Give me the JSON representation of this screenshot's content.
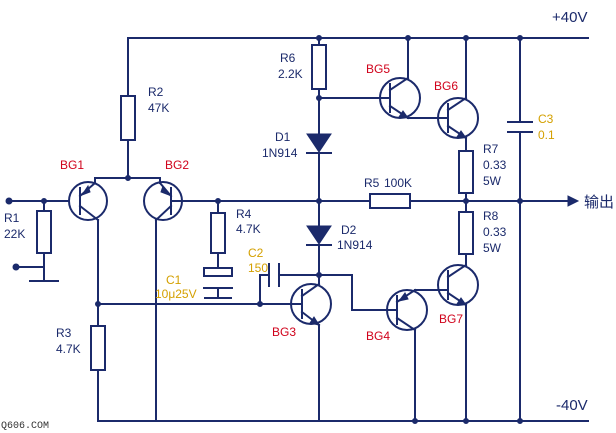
{
  "rails": {
    "positive": "+40V",
    "negative": "-40V",
    "output": "输出"
  },
  "watermark": "Q606.COM",
  "components": {
    "R1": {
      "name": "R1",
      "value": "22K"
    },
    "R2": {
      "name": "R2",
      "value": "47K"
    },
    "R3": {
      "name": "R3",
      "value": "4.7K"
    },
    "R4": {
      "name": "R4",
      "value": "4.7K"
    },
    "R5": {
      "name": "R5",
      "value": "100K"
    },
    "R6": {
      "name": "R6",
      "value": "2.2K"
    },
    "R7": {
      "name": "R7",
      "value": "0.33",
      "power": "5W"
    },
    "R8": {
      "name": "R8",
      "value": "0.33",
      "power": "5W"
    },
    "C1": {
      "name": "C1",
      "value": "10μ25V"
    },
    "C2": {
      "name": "C2",
      "value": "150"
    },
    "C3": {
      "name": "C3",
      "value": "0.1"
    },
    "D1": {
      "name": "D1",
      "value": "1N914"
    },
    "D2": {
      "name": "D2",
      "value": "1N914"
    },
    "BG1": {
      "name": "BG1"
    },
    "BG2": {
      "name": "BG2"
    },
    "BG3": {
      "name": "BG3"
    },
    "BG4": {
      "name": "BG4"
    },
    "BG5": {
      "name": "BG5"
    },
    "BG6": {
      "name": "BG6"
    },
    "BG7": {
      "name": "BG7"
    }
  },
  "colors": {
    "wire": "#1b2a6b",
    "transistor_label": "#d0021b",
    "capacitor_label": "#d4a000"
  }
}
